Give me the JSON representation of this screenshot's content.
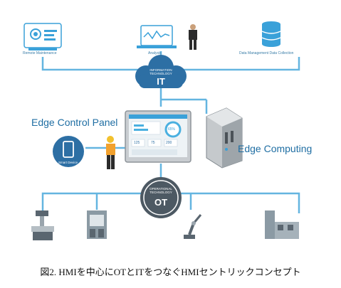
{
  "top_nodes": {
    "remote": "Remote Maintenance",
    "analysis": "Analysis",
    "data": "Data Management  Data Collection"
  },
  "it_cloud": {
    "subtitle": "INFORMATION TECHNOLOGY",
    "title": "IT"
  },
  "edge_control_panel": "Edge Control Panel",
  "edge_computing": "Edge Computing",
  "smart_device": "Smart Device",
  "hmi_screen": {
    "gauge": "65%",
    "values": [
      "125",
      "75",
      "200"
    ]
  },
  "ot_cloud": {
    "subtitle": "OPERATIONAL TECHNOLOGY",
    "title": "OT"
  },
  "caption": "図2. HMIを中心にOTとITをつなぐHMIセントリックコンセプト",
  "colors": {
    "line": "#64b5e0",
    "dark_blue": "#2d6fa4",
    "accent": "#3aa1d9"
  }
}
